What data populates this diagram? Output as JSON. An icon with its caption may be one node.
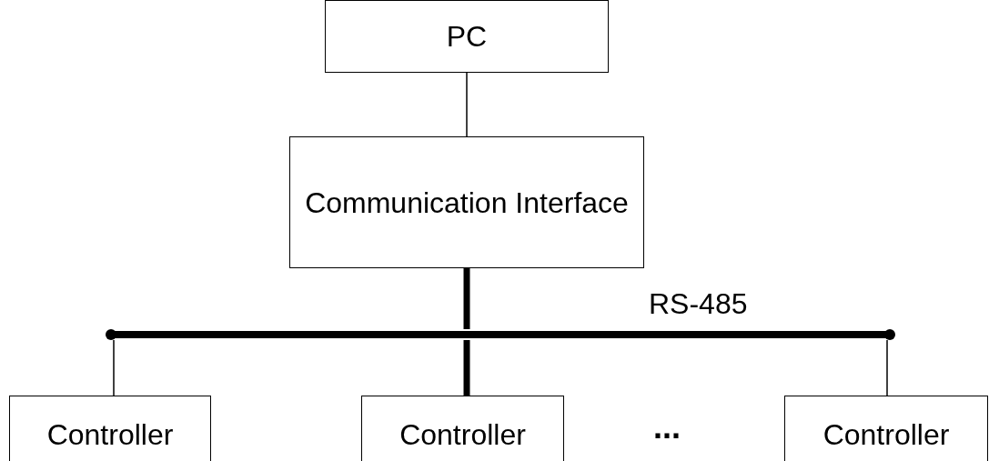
{
  "diagram": {
    "nodes": [
      {
        "text": [
          "PC"
        ]
      },
      {
        "text": [
          "Communication Interface"
        ]
      },
      {
        "text": [],
        "shape": "bar",
        "beside": [
          "RS-485"
        ]
      },
      {
        "text": [
          "Controller"
        ]
      },
      {
        "text": [
          "Controller"
        ]
      },
      {
        "text": [
          "Controller"
        ]
      }
    ],
    "edges": [
      {
        "from": 0,
        "to": 1,
        "arrow": "none"
      },
      {
        "from": 1,
        "to": 2,
        "arrow": "none",
        "style": "thick"
      },
      {
        "from": 2,
        "to": 3,
        "arrow": "none"
      },
      {
        "from": 2,
        "to": 4,
        "arrow": "none",
        "style": "thick"
      },
      {
        "from": 2,
        "to": 5,
        "arrow": "none"
      }
    ],
    "labels": [
      "..."
    ]
  }
}
